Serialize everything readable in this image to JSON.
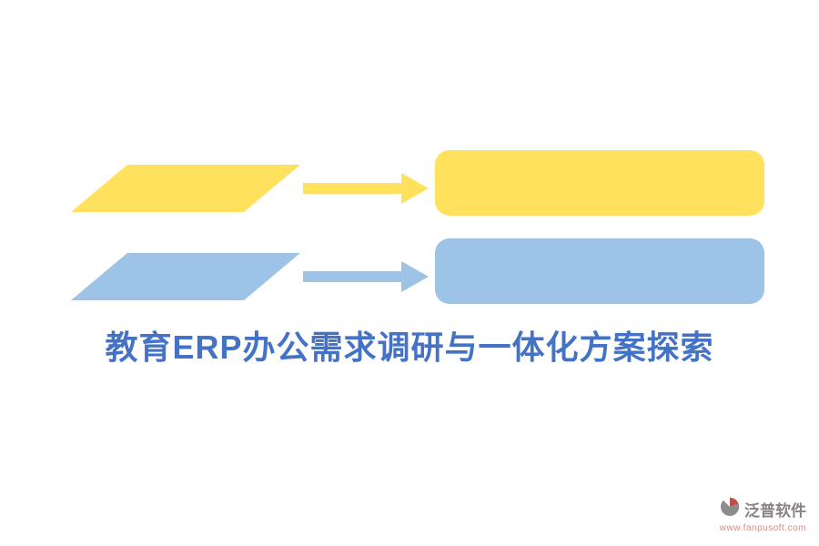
{
  "page": {
    "background": "#ffffff"
  },
  "diagram": {
    "rows": [
      {
        "id": "row-yellow",
        "color": "#FFE15E",
        "shapes": [
          "parallelogram",
          "arrow-right",
          "rounded-rectangle"
        ]
      },
      {
        "id": "row-blue",
        "color": "#9DC3E6",
        "shapes": [
          "parallelogram",
          "arrow-right",
          "rounded-rectangle"
        ]
      }
    ]
  },
  "title": {
    "text": "教育ERP办公需求调研与一体化方案探索",
    "color": "#4472C4"
  },
  "footer": {
    "logo_icon": "fanpu-pie-logo-icon",
    "logo_name": "泛普软件",
    "website": "www.fanpusoft.com",
    "name_color": "#8A8182",
    "website_color": "#D98C86",
    "logo_colors": {
      "red": "#C0504D",
      "gray": "#8C8C8C"
    }
  }
}
